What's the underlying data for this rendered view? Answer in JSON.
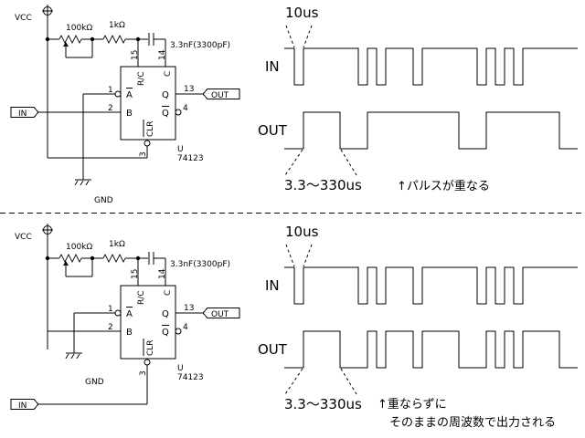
{
  "colors": {
    "line": "#000000",
    "background": "#ffffff"
  },
  "sections": [
    {
      "id": "overlapping",
      "circuit": {
        "vcc_label": "VCC",
        "gnd_label": "GND",
        "pot_label": "100kΩ",
        "resistor_label": "1kΩ",
        "capacitor_label": "3.3nF(3300pF)",
        "ic_ref": "U",
        "ic_part": "74123",
        "pins": {
          "rc": "15",
          "c": "14",
          "a": "1",
          "b": "2",
          "q": "13",
          "qbar": "4",
          "clr": "3"
        },
        "pin_names": {
          "rc": "R/C",
          "c": "C",
          "a": "A",
          "b": "B",
          "q": "Q",
          "qbar": "Q",
          "clr": "CLR"
        },
        "in_tag": "IN",
        "out_tag": "OUT",
        "in_connects_to": "B"
      },
      "timing": {
        "in_label": "IN",
        "out_label": "OUT",
        "pulse_width_label": "10us",
        "output_width_label": "3.3～330us",
        "note_lines": [
          "↑パルスが重なる"
        ],
        "in_edges": [
          322,
          332,
          392,
          402,
          412,
          422,
          452,
          462,
          522,
          532,
          542,
          552,
          562,
          572
        ],
        "out_edges": [
          332,
          372,
          402,
          502,
          532,
          612
        ]
      }
    },
    {
      "id": "non-overlapping",
      "circuit": {
        "vcc_label": "VCC",
        "gnd_label": "GND",
        "pot_label": "100kΩ",
        "resistor_label": "1kΩ",
        "capacitor_label": "3.3nF(3300pF)",
        "ic_ref": "U",
        "ic_part": "74123",
        "pins": {
          "rc": "15",
          "c": "14",
          "a": "1",
          "b": "2",
          "q": "13",
          "qbar": "4",
          "clr": "3"
        },
        "pin_names": {
          "rc": "R/C",
          "c": "C",
          "a": "A",
          "b": "B",
          "q": "Q",
          "qbar": "Q",
          "clr": "CLR"
        },
        "in_tag": "IN",
        "out_tag": "OUT",
        "in_connects_to": "CLR"
      },
      "timing": {
        "in_label": "IN",
        "out_label": "OUT",
        "pulse_width_label": "10us",
        "output_width_label": "3.3～330us",
        "note_lines": [
          "↑重ならずに",
          "そのままの周波数で出力される"
        ],
        "in_edges": [
          322,
          332,
          392,
          402,
          412,
          422,
          452,
          462,
          522,
          532,
          542,
          552,
          562,
          572
        ],
        "out_edges": [
          332,
          372,
          402,
          412,
          422,
          452,
          462,
          502,
          532,
          542,
          552,
          562,
          572,
          612
        ]
      }
    }
  ]
}
